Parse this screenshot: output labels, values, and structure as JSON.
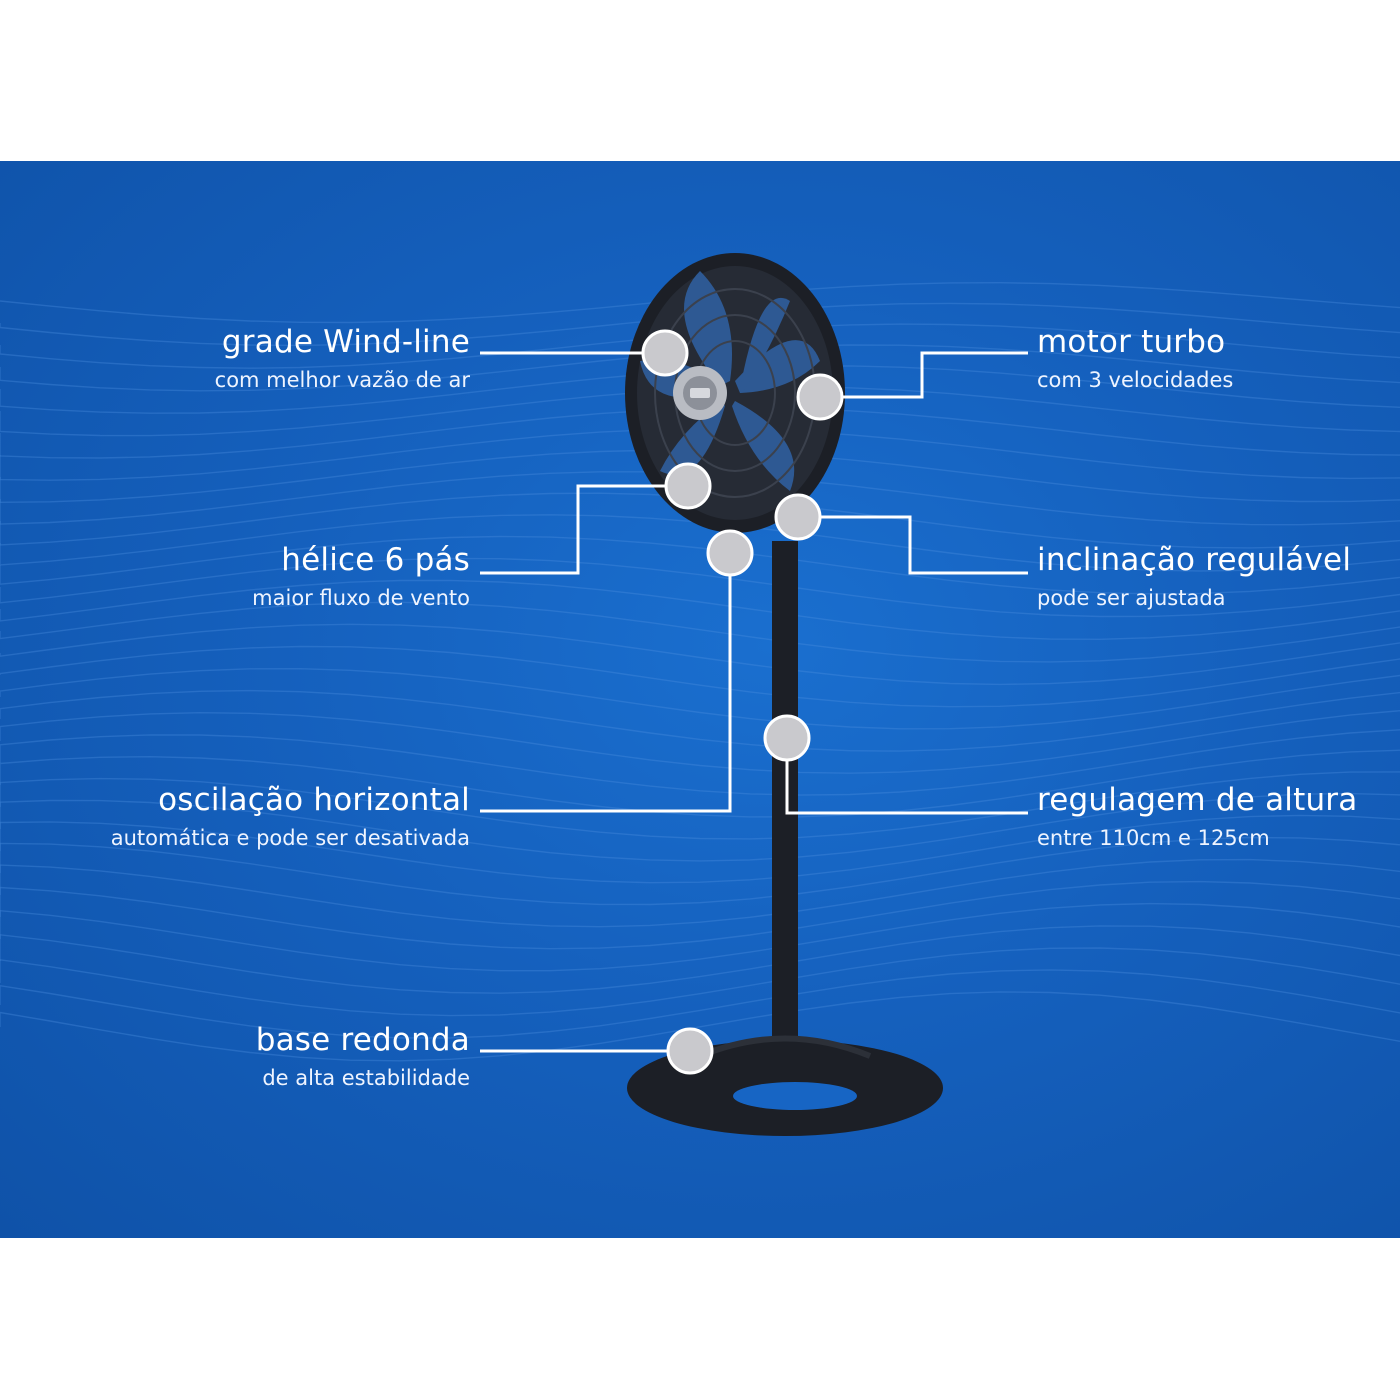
{
  "features": {
    "grade": {
      "title": "grade Wind-line",
      "subtitle": "com melhor vazão de ar"
    },
    "helice": {
      "title": "hélice 6 pás",
      "subtitle": "maior fluxo de vento"
    },
    "oscilacao": {
      "title": "oscilação horizontal",
      "subtitle": "automática e pode ser desativada"
    },
    "base": {
      "title": "base redonda",
      "subtitle": "de alta estabilidade"
    },
    "motor": {
      "title": "motor turbo",
      "subtitle": "com 3 velocidades"
    },
    "inclinacao": {
      "title": "inclinação regulável",
      "subtitle": "pode ser ajustada"
    },
    "regulagem": {
      "title": "regulagem de altura",
      "subtitle": "entre 110cm e 125cm"
    }
  },
  "colors": {
    "background": "#1565c0",
    "marker": "#c8c8cc",
    "line": "#ffffff",
    "fan": "#1c1f26"
  }
}
